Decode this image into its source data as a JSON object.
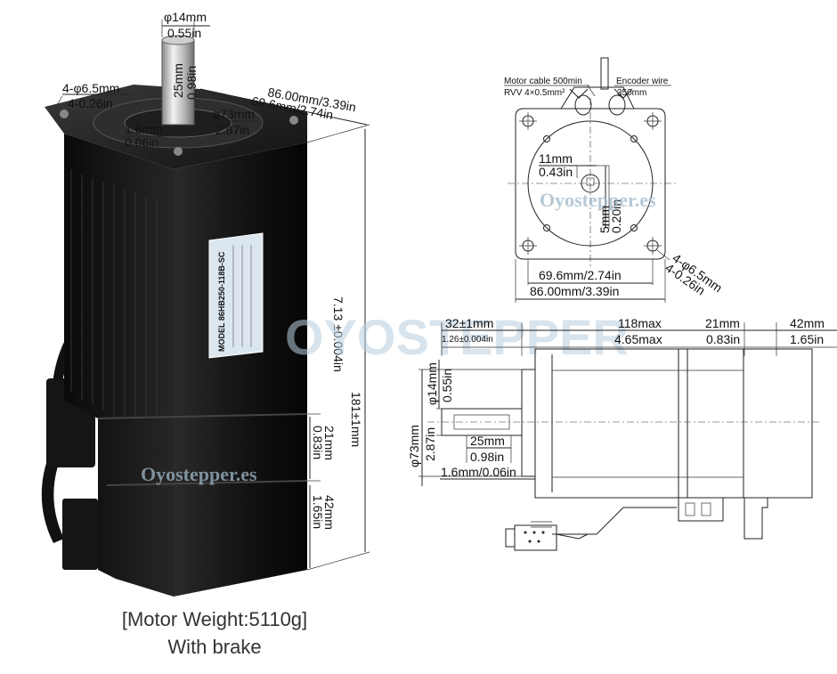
{
  "photo": {
    "shaft_dia_mm": "φ14mm",
    "shaft_dia_in": "0.55in",
    "shaft_len_mm": "25mm",
    "shaft_len_in": "0.98in",
    "holes_mm": "4-φ6.5mm",
    "holes_in": "4-0.26in",
    "flange_mm": "86.00mm/3.39in",
    "bolt_mm": "69.6mm/2.74in",
    "pilot_mm": "φ73mm",
    "pilot_in": "2.87in",
    "step_mm": "1.6mm",
    "step_in": "0.06in",
    "total_mm": "181±1mm",
    "total_in": "7.13 ±0.004in",
    "enc_mm": "21mm",
    "enc_in": "0.83in",
    "brake_mm": "42mm",
    "brake_in": "1.65in",
    "label_model": "MODEL 86HB250-118B-SC",
    "watermark": "Oyostepper.es"
  },
  "caption": {
    "line1": "[Motor Weight:5110g]",
    "line2": "With brake"
  },
  "front_view": {
    "motor_cable": "Motor cable 500min",
    "rvv": "RVV 4×0.5mm²",
    "encoder_wire": "Encoder wire",
    "encoder_len": "350mm",
    "key_mm": "11mm",
    "key_in": "0.43in",
    "flat_mm": "5mm",
    "flat_in": "0.20in",
    "holes_mm": "4-φ6.5mm",
    "holes_in": "4-0.26in",
    "bolt": "69.6mm/2.74in",
    "flange": "86.00mm/3.39in",
    "watermark": "Oyostepper.es"
  },
  "side_view": {
    "d1_mm": "32±1mm",
    "d1_in": "1.26±0.004in",
    "d2_mm": "118max",
    "d2_in": "4.65max",
    "d3_mm": "21mm",
    "d3_in": "0.83in",
    "d4_mm": "42mm",
    "d4_in": "1.65in",
    "shaft_mm": "φ14mm",
    "shaft_in": "0.55in",
    "pilot_mm": "φ73mm",
    "pilot_in": "2.87in",
    "key_mm": "25mm",
    "key_in": "0.98in",
    "step": "1.6mm/0.06in"
  },
  "big_watermark": "OYOSTEPPER"
}
